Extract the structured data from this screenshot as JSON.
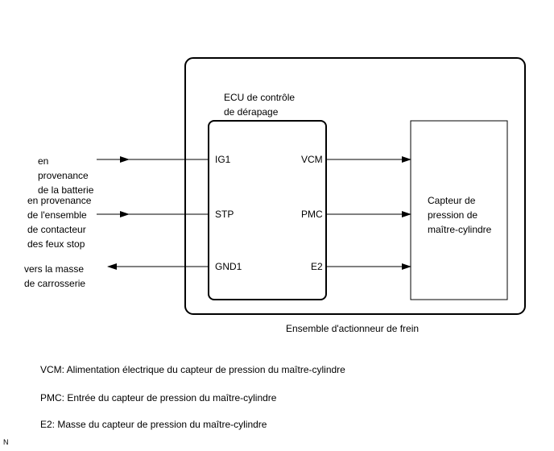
{
  "ecu": {
    "title": "ECU de contrôle\nde dérapage",
    "pins": {
      "ig1": "IG1",
      "stp": "STP",
      "gnd1": "GND1",
      "vcm": "VCM",
      "pmc": "PMC",
      "e2": "E2"
    }
  },
  "sensor": {
    "label": "Capteur de\npression de\nmaître-cylindre"
  },
  "assembly": {
    "label": "Ensemble d'actionneur de frein"
  },
  "inputs": {
    "battery": "en\nprovenance\nde la batterie",
    "stop_switch": "en provenance\nde l'ensemble\nde contacteur\ndes feux stop",
    "ground": "vers la masse\nde carrosserie"
  },
  "legend": [
    "VCM: Alimentation électrique du capteur de pression du maître-cylindre",
    "PMC: Entrée du capteur de pression du maître-cylindre",
    "E2: Masse du capteur de pression du maître-cylindre"
  ],
  "corner_mark": "N"
}
